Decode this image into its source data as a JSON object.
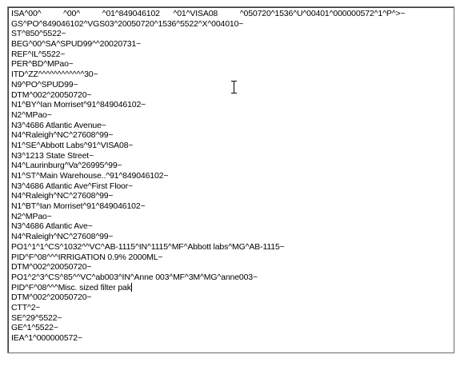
{
  "document": {
    "lines": [
      "ISA^00^          ^00^          ^01^849046102      ^01^VISA08          ^050720^1536^U^00401^000000572^1^P^>~",
      "GS^PO^849046102^VGS03^20050720^1536^5522^X^004010~",
      "ST^850^5522~",
      "BEG^00^SA^SPUD99^^20020731~",
      "REF^IL^5522~",
      "PER^BD^MPao~",
      "ITD^ZZ^^^^^^^^^^^^30~",
      "N9^PO^SPUD99~",
      "DTM^002^20050720~",
      "N1^BY^Ian Morriset^91^849046102~",
      "N2^MPao~",
      "N3^4686 Atlantic Avenue~",
      "N4^Raleigh^NC^27608^99~",
      "N1^SE^Abbott Labs^91^VISA08~",
      "N3^1213 State Street~",
      "N4^Laurinburg^Va^26995^99~",
      "N1^ST^Main Warehouse..^91^849046102~",
      "N3^4686 Atlantic Ave^First Floor~",
      "N4^Raleigh^NC^27608^99~",
      "N1^BT^Ian Morriset^91^849046102~",
      "N2^MPao~",
      "N3^4686 Atlantic Ave~",
      "N4^Raleigh^NC^27608^99~",
      "PO1^1^1^CS^1032^^VC^AB-1115^IN^1115^MF^Abbott labs^MG^AB-1115~",
      "PID^F^08^^^IRRIGATION 0.9% 2000ML~",
      "DTM^002^20050720~",
      "PO1^2^3^CS^85^^VC^ab003^IN^Anne 003^MF^3M^MG^anne003~",
      "PID^F^08^^^Misc. sized filter pak",
      "DTM^002^20050720~",
      "CTT^2~",
      "SE^29^5522~",
      "GE^1^5522~",
      "IEA^1^000000572~"
    ],
    "caret_line_index": 27
  }
}
